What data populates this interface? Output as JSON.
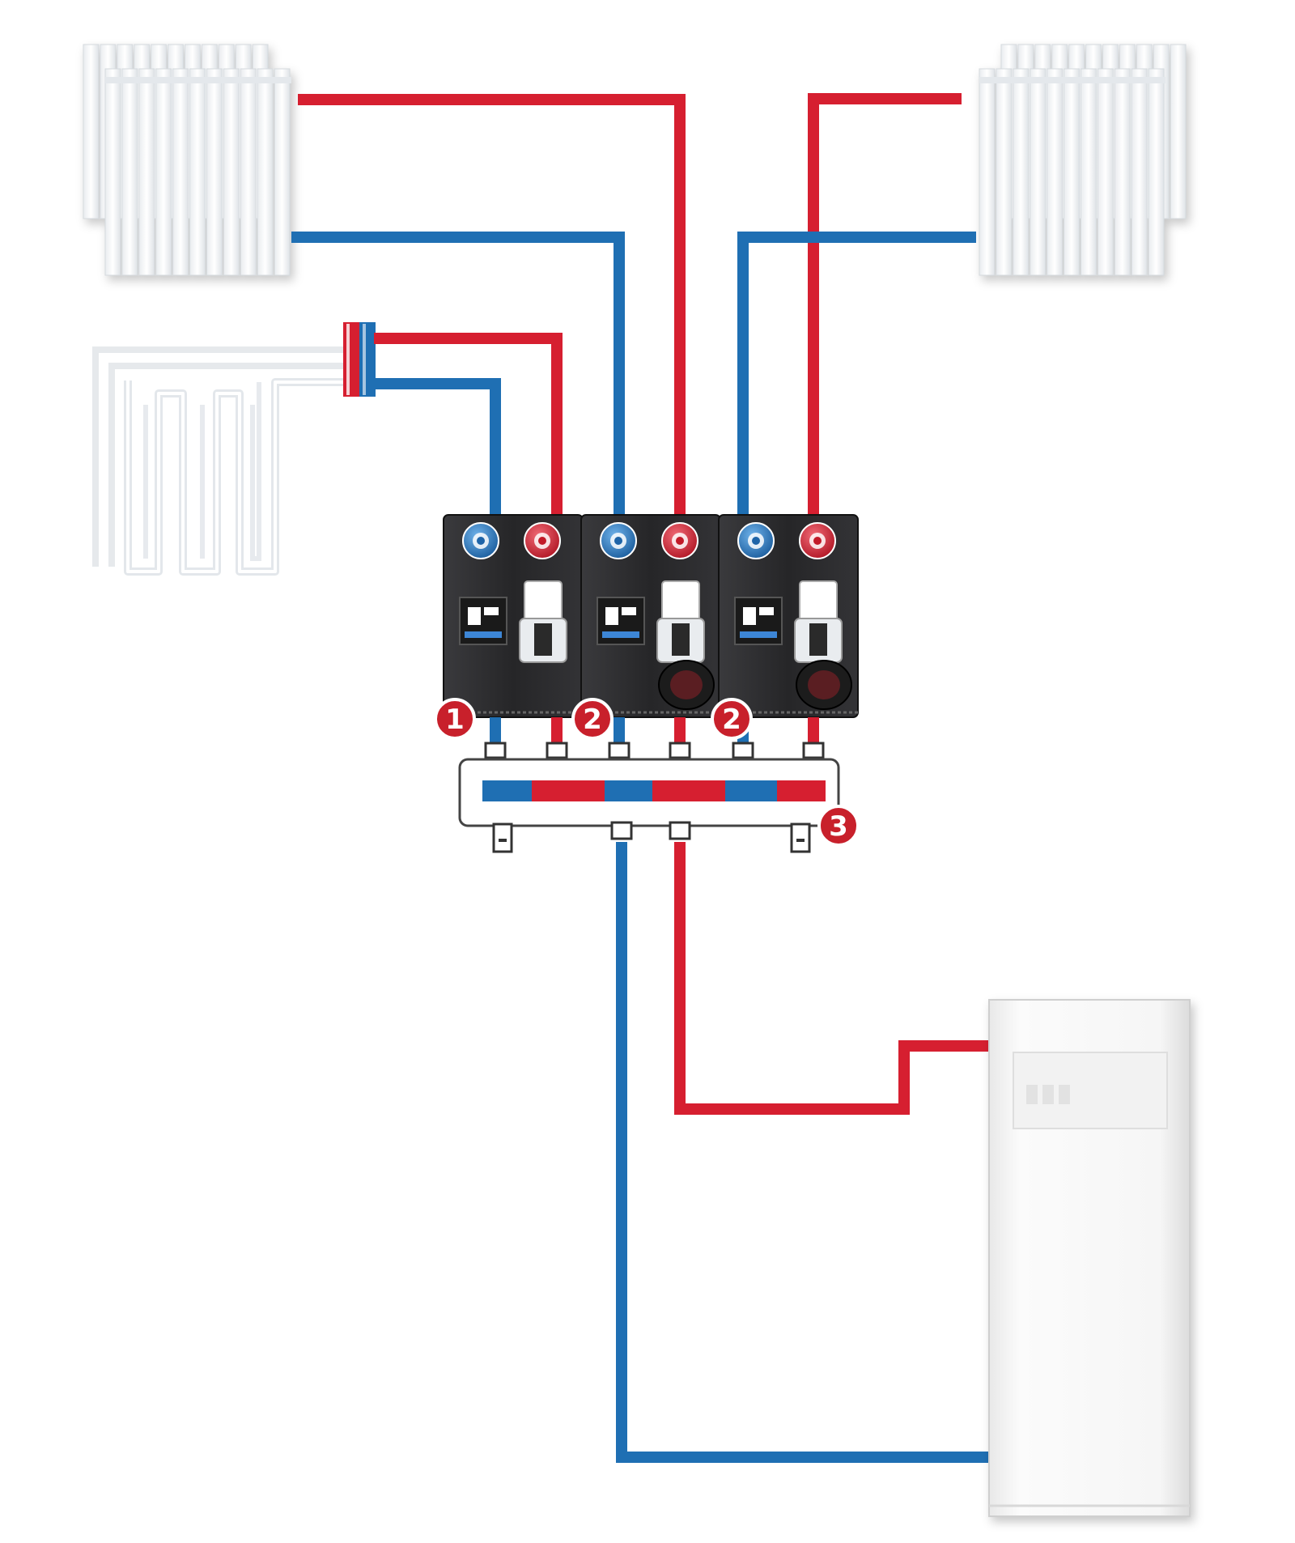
{
  "colors": {
    "supply_pipe": "#d61f30",
    "return_pipe": "#1f6fb3",
    "badge": "#c8202b",
    "module_body": "#2a2a2c",
    "appliance_white": "#f7f7f7"
  },
  "components": {
    "radiator_left": {
      "icon": "radiator-icon"
    },
    "radiator_right": {
      "icon": "radiator-icon"
    },
    "underfloor_loop": {
      "icon": "underfloor-heating-coil-icon"
    },
    "pump_modules": [
      {
        "icon": "pump-group-module-icon"
      },
      {
        "icon": "pump-group-module-icon"
      },
      {
        "icon": "pump-group-module-icon"
      }
    ],
    "manifold": {
      "icon": "distribution-manifold-icon"
    },
    "boiler": {
      "icon": "boiler-icon"
    }
  },
  "badges": [
    {
      "number": "1"
    },
    {
      "number": "2"
    },
    {
      "number": "2"
    },
    {
      "number": "3"
    }
  ]
}
